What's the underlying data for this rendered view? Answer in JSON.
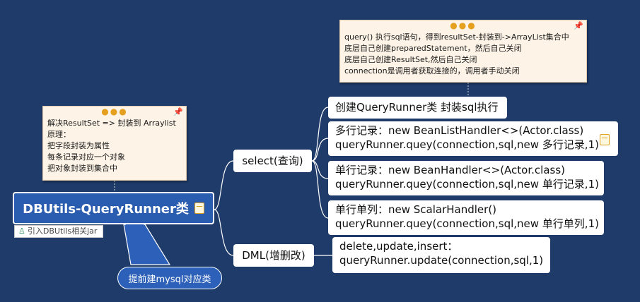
{
  "root": {
    "title": "DBUtils-QueryRunner类"
  },
  "root_tag": {
    "text": "引入DBUtils相关jar"
  },
  "root_note": {
    "lines": [
      "解决ResultSet => 封装到 Arraylist",
      "原理：",
      "把字段封装为属性",
      "每条记录对应一个对象",
      "把对象封装到集合中"
    ]
  },
  "callout": {
    "text": "提前建mysql对应类"
  },
  "branches": {
    "select": {
      "label": "select(查询)",
      "note": {
        "lines": [
          "query() 执行sql语句，得到resultSet-封装到->ArrayList集合中",
          "底层自己创建preparedStatement，然后自己关闭",
          "底层自己创建ResultSet,然后自己关闭",
          "connection是调用者获取连接的，调用者手动关闭"
        ]
      },
      "children": [
        {
          "lines": [
            "创建QueryRunner类 封装sql执行"
          ]
        },
        {
          "lines": [
            "多行记录：new BeanListHandler<>(Actor.class)",
            "queryRunner.quey(connection,sql,new 多行记录,1)"
          ]
        },
        {
          "lines": [
            "单行记录：new BeanHandler<>(Actor.class)",
            "queryRunner.quey(connection,sql,new 单行记录,1)"
          ]
        },
        {
          "lines": [
            "单行单列：new ScalarHandler()",
            "queryRunner.quey(connection,sql,new 单行单列,1)"
          ]
        }
      ]
    },
    "dml": {
      "label": "DML(增删改)",
      "children": [
        {
          "lines": [
            "delete,update,insert：",
            "queryRunner.update(connection,sql,1)"
          ]
        }
      ]
    }
  },
  "colors": {
    "background": "#1f3b6a",
    "root_fill": "#2a5db0",
    "connector": "#ffffff",
    "note_fill": "#fdf3e6",
    "note_dots": "#e5a020"
  },
  "icons": [
    "note-icon",
    "pin-icon",
    "person-icon"
  ]
}
